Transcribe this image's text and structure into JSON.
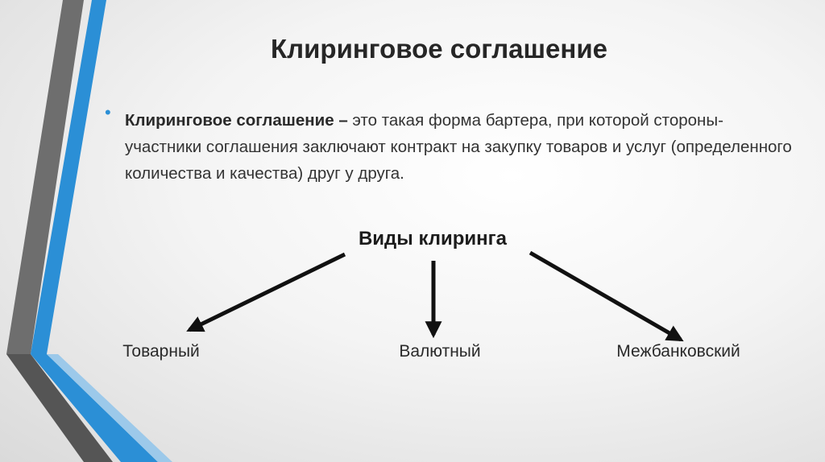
{
  "slide": {
    "title": "Клиринговое соглашение",
    "definition": {
      "term": "Клиринговое соглашение –",
      "text": " это такая форма бартера, при которой стороны-участники соглашения заключают контракт на закупку товаров и услуг (определенного количества и качества) друг у друга."
    },
    "diagram": {
      "heading": "Виды клиринга",
      "types": [
        "Товарный",
        "Валютный",
        "Межбанковский"
      ]
    },
    "colors": {
      "accent_blue": "#2b8fd6",
      "stripe_gray": "#6e6e6e",
      "stripe_dark": "#555555"
    }
  }
}
